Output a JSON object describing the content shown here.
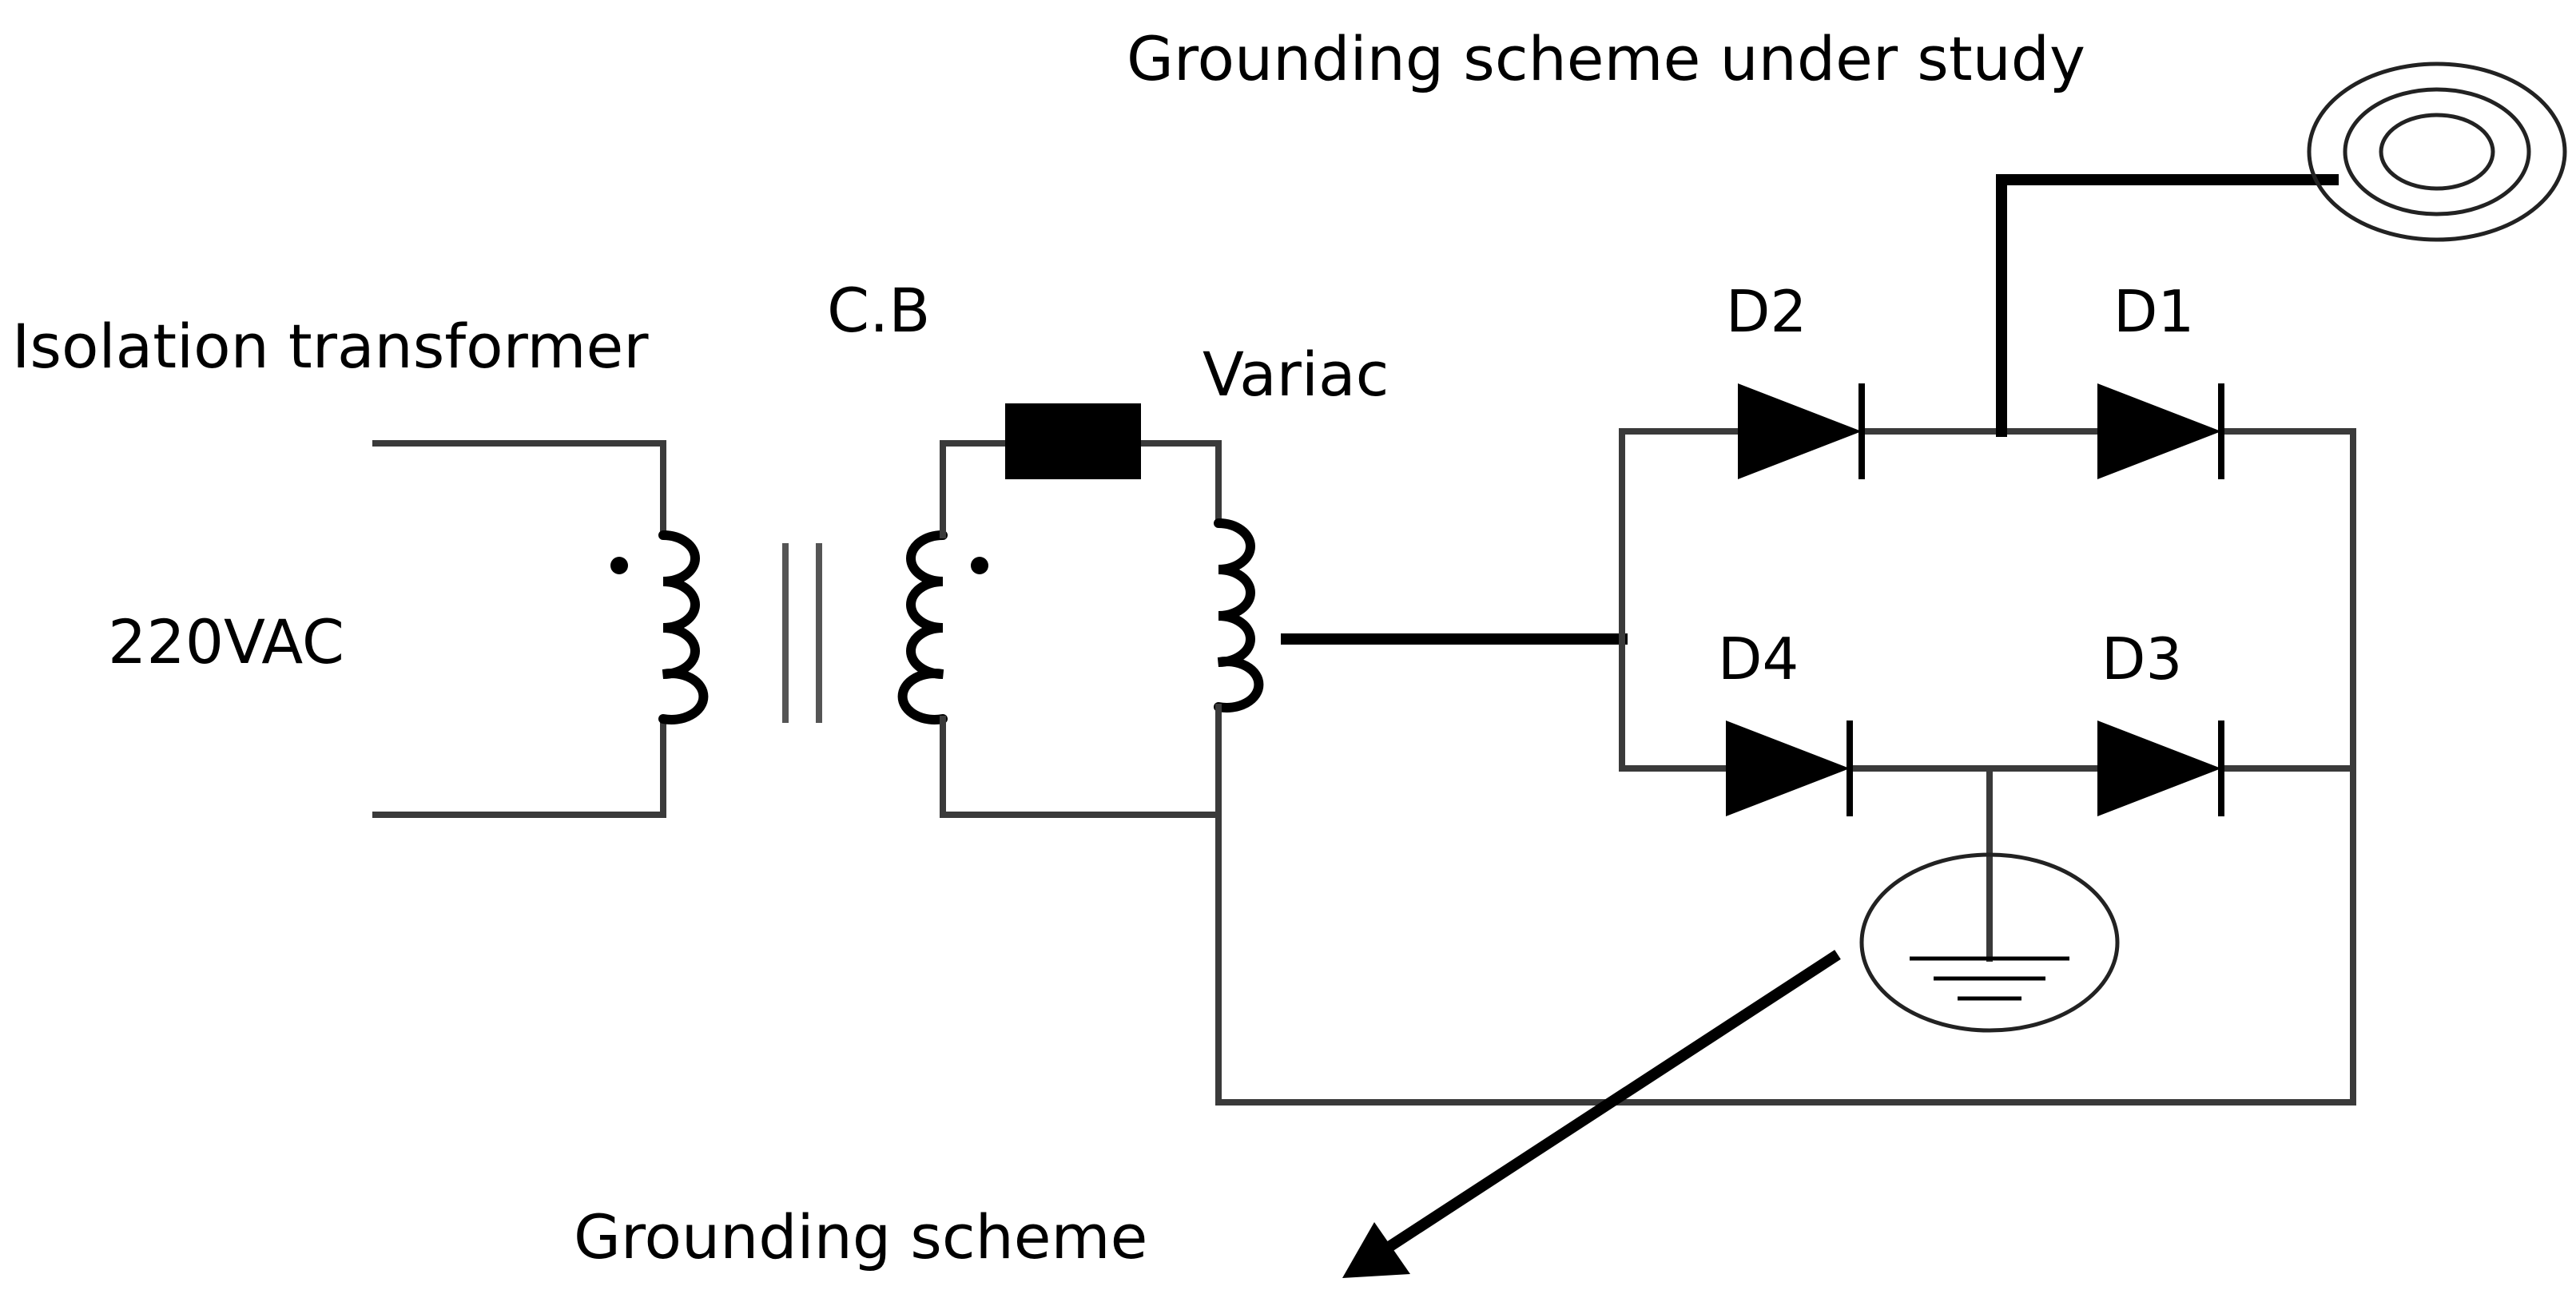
{
  "labels": {
    "isolation_transformer": "Isolation transformer",
    "circuit_breaker": "C.B",
    "variac": "Variac",
    "source": "220VAC",
    "d1": "D1",
    "d2": "D2",
    "d3": "D3",
    "d4": "D4",
    "grounding_scheme_under_study": "Grounding scheme under study",
    "grounding_scheme": "Grounding scheme"
  },
  "colors": {
    "wire": "#3a3a3a",
    "component": "#000000",
    "background": "#ffffff"
  }
}
